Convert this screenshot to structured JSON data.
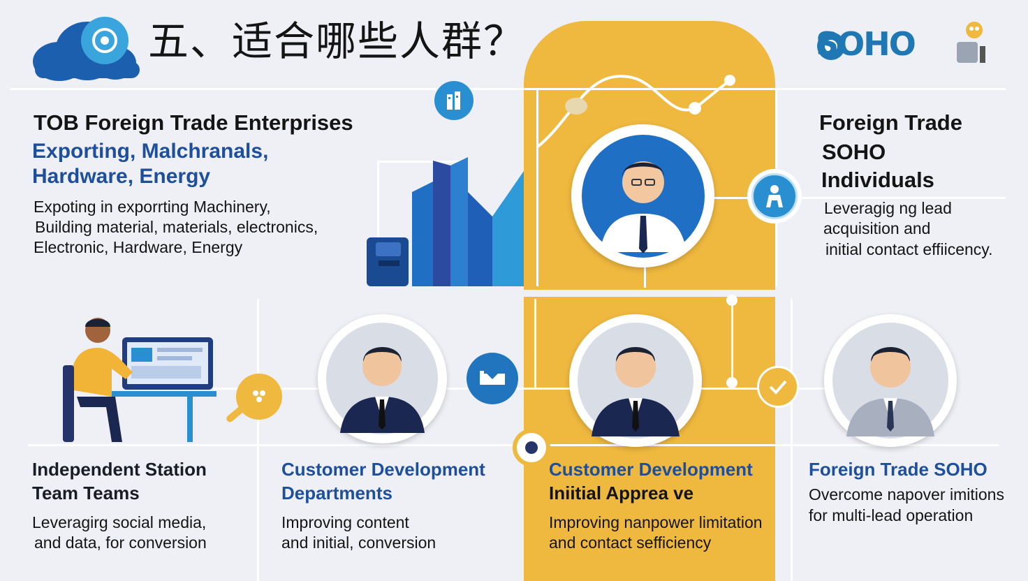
{
  "header": {
    "title": "五、适合哪些人群？",
    "brand": "SOHO",
    "cloud_icon": "cloud-icon",
    "brand_icon": "soho-logo-icon"
  },
  "top_left": {
    "heading": "TOB Foreign Trade Enterprises",
    "subheading_line1": "Exporting, Malchranals,",
    "subheading_line2": "Hardware, Energy",
    "body_line1": "Expoting in exporrting Machinery,",
    "body_line2": "Building material, materials, electronics,",
    "body_line3": "Electronic, Hardware, Energy"
  },
  "top_right": {
    "heading_line1": "Foreign Trade",
    "heading_line2": "SOHO",
    "heading_line3": "Individuals",
    "body_line1": "Leveragig ng lead",
    "body_line2": "acquisition and",
    "body_line3": "initial contact effiicency."
  },
  "sections": [
    {
      "title_line1": "Independent Station",
      "title_line2": "Team Teams",
      "body_line1": "Leveragirg social media,",
      "body_line2": "and data, for conversion",
      "title_color": "#141414"
    },
    {
      "title_line1": "Customer Development",
      "title_line2": "Departments",
      "body_line1": "Improving content",
      "body_line2": "and initial, conversion",
      "title_color": "#1e4f9c"
    },
    {
      "title_line1": "Customer Development",
      "title_line2": "Iniitial Apprea ve",
      "body_line1": "Improving nanpower limitation",
      "body_line2": "and contact sefficiency",
      "title_color": "#1e4f9c"
    },
    {
      "title_line1": "Foreign Trade SOHO",
      "title_line2": "",
      "body_line1": "Overcome napover imitions",
      "body_line2": "for multi-lead operation",
      "title_color": "#1e4f9c"
    }
  ],
  "icons": {
    "building_icon": "building-icon",
    "handshake_icon": "handshake-icon",
    "checkmark_icon": "checkmark-icon",
    "gear_icon": "gear-icon",
    "search_icon": "magnifier-icon",
    "people_icon": "people-icon"
  },
  "colors": {
    "accent_yellow": "#efb83f",
    "accent_blue": "#1e4f9c",
    "icon_blue": "#2a8fd0",
    "background": "#eef0f6"
  }
}
